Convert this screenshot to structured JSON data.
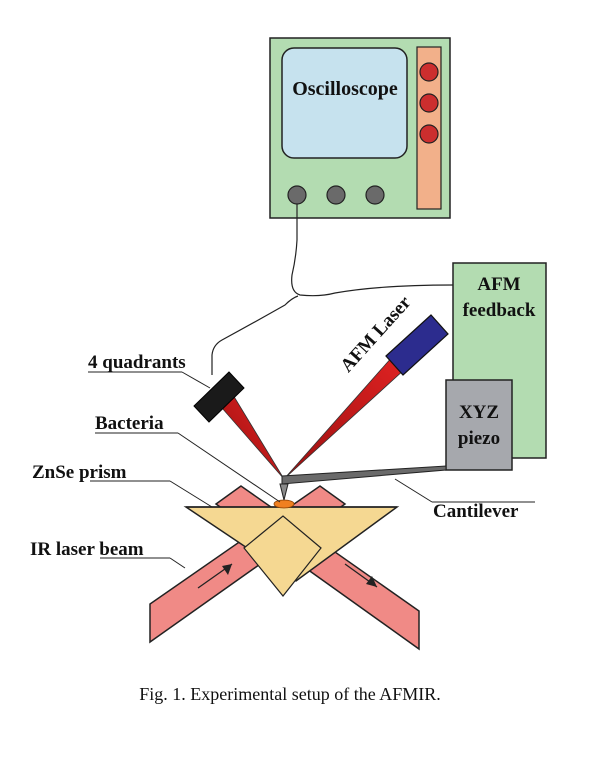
{
  "labels": {
    "oscilloscope": "Oscilloscope",
    "afm_feedback_line1": "AFM",
    "afm_feedback_line2": "feedback",
    "afm_laser": "AFM Laser",
    "quadrants": "4 quadrants",
    "xyz_line1": "XYZ",
    "xyz_line2": "piezo",
    "bacteria": "Bacteria",
    "prism": "ZnSe prism",
    "cantilever": "Cantilever",
    "ir_beam": "IR laser beam"
  },
  "caption": "Fig. 1.  Experimental setup of the AFMIR.",
  "colors": {
    "oscilloscope_body": "#b3dcb1",
    "screen": "#c6e2ee",
    "side_panel": "#f2b08a",
    "knob_red": "#cc2e2e",
    "knob_gray": "#6a6a6a",
    "afm_feedback_box": "#b3dcb1",
    "xyz_piezo_box": "#a6a8ad",
    "laser_body": "#2c2c8e",
    "laser_beam": "#e02222",
    "detector": "#1a1a1a",
    "prism": "#f5d892",
    "ir_beam": "#f08a86",
    "bacteria": "#f08020"
  }
}
